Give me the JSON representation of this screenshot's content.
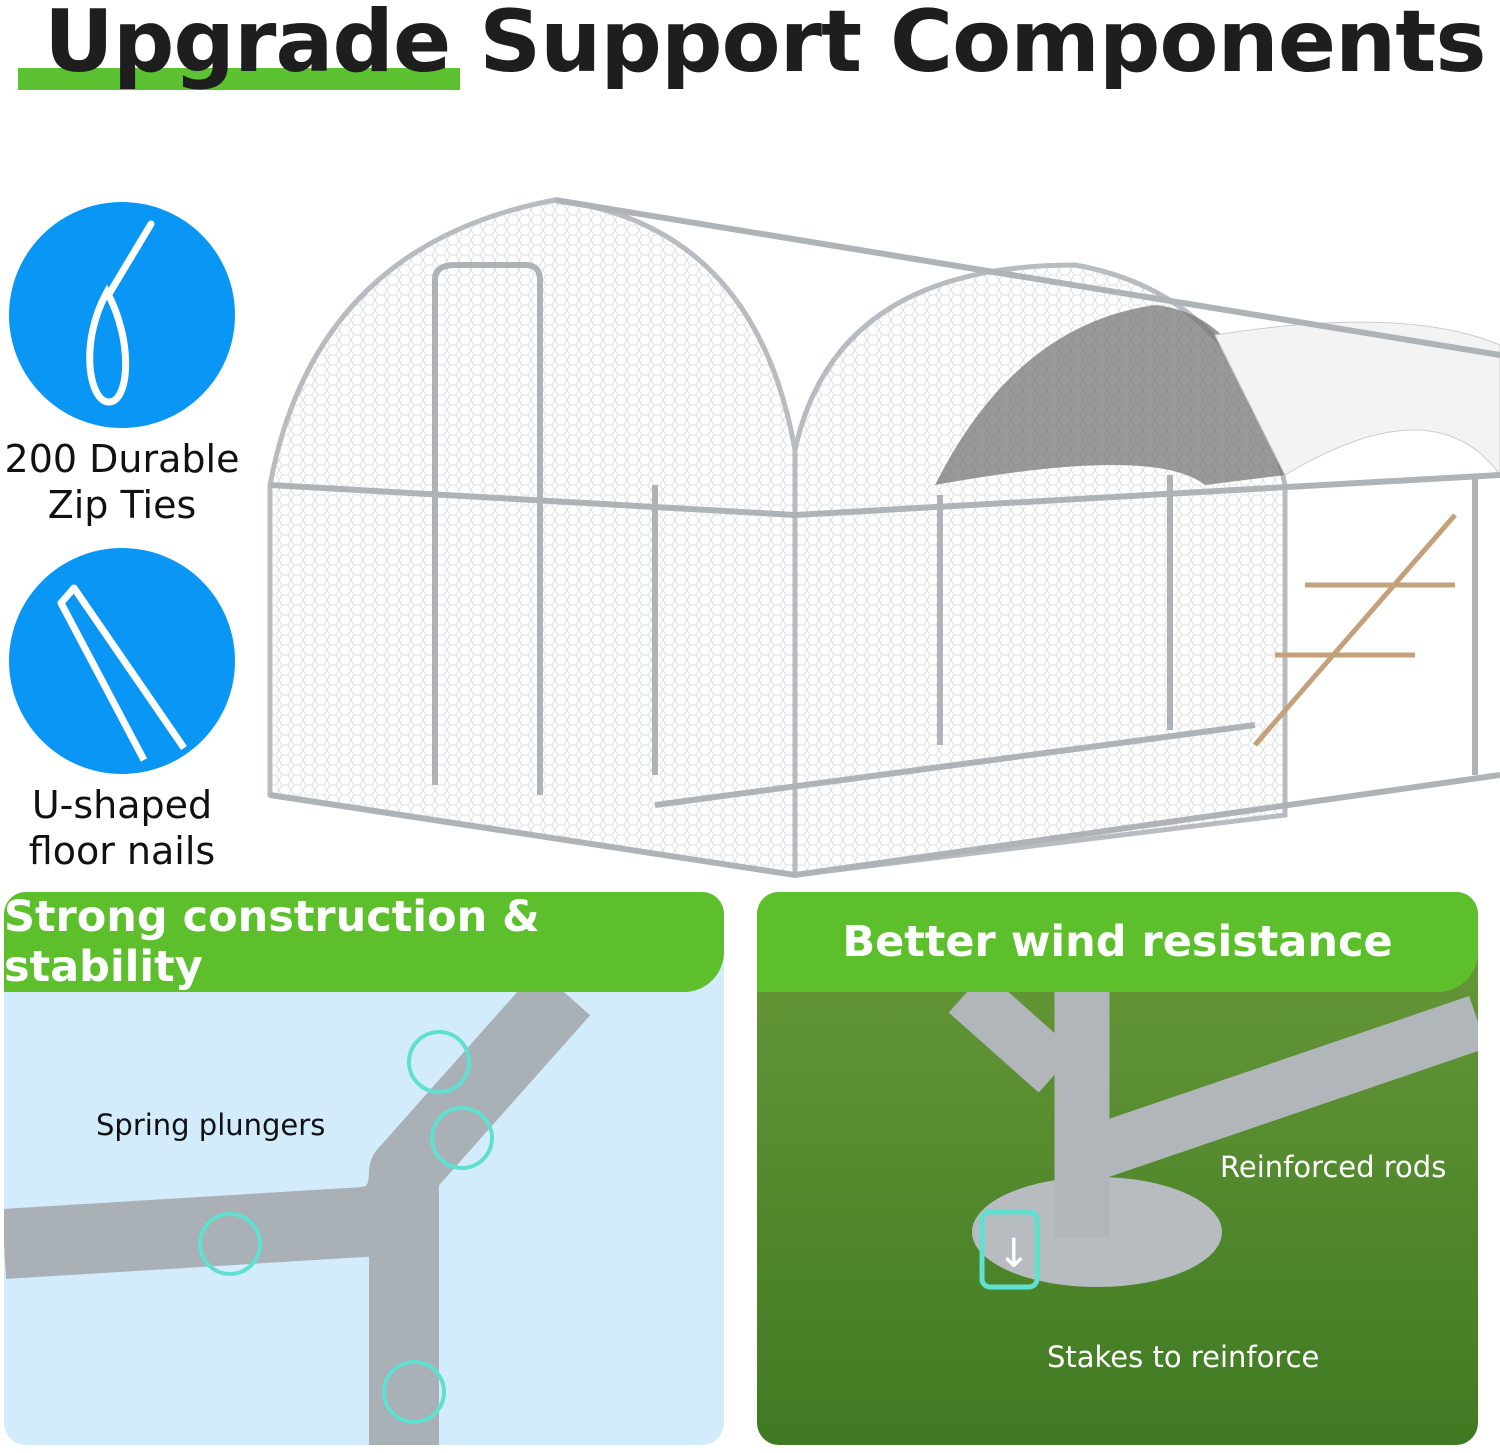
{
  "title": "Upgrade Support Components",
  "features": [
    {
      "icon": "zip-tie-icon",
      "label_line1": "200  Durable",
      "label_line2": "Zip Ties"
    },
    {
      "icon": "u-nail-icon",
      "label_line1": "U-shaped",
      "label_line2": "floor nails"
    }
  ],
  "panels": [
    {
      "heading": "Strong construction & stability",
      "tags": [
        "Spring plungers"
      ]
    },
    {
      "heading": "Better wind resistance",
      "tags": [
        "Reinforced rods",
        "Stakes to reinforce"
      ]
    }
  ],
  "colors": {
    "accent_green": "#5cbf2b",
    "icon_blue": "#0a96f5",
    "panel_blue": "#d3ecfb",
    "grass": "#4f8a2a"
  }
}
